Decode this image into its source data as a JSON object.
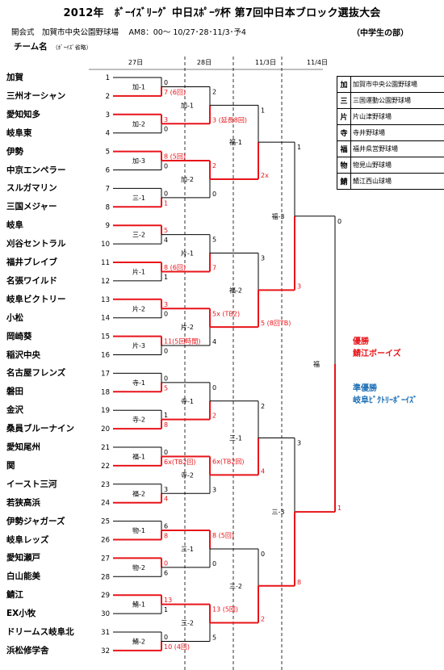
{
  "title": "2012年　ﾎﾞｰｲｽﾞﾘｰｸﾞ 中日ｽﾎﾟｰﾂ杯 第7回中日本ブロック選抜大会",
  "info": "開会式　加賀市中央公園野球場　 AM8：00～ 10/27･28･11/3･予4",
  "division": "（中学生の部）",
  "team_header": "チーム名",
  "team_header_note": "（ﾎﾞｰｲｽﾞ省略）",
  "dates": [
    "27日",
    "28日",
    "11/3日",
    "11/4日"
  ],
  "teams": [
    "加賀",
    "三州オーシャン",
    "愛知知多",
    "岐阜東",
    "伊勢",
    "中京エンペラー",
    "スルガマリン",
    "三国メジャー",
    "岐阜",
    "刈谷セントラル",
    "福井ブレイブ",
    "名張ワイルド",
    "岐阜ビクトリー",
    "小松",
    "岡崎葵",
    "稲沢中央",
    "名古屋フレンズ",
    "磐田",
    "金沢",
    "桑員ブルーナイン",
    "愛知尾州",
    "関",
    "イースト三河",
    "若狭高浜",
    "伊勢ジャガーズ",
    "岐阜レッズ",
    "愛知瀬戸",
    "白山能美",
    "鯖江",
    "EX小牧",
    "ドリームス岐阜北",
    "浜松修学舎"
  ],
  "seeds": [
    "1",
    "2",
    "3",
    "4",
    "5",
    "6",
    "7",
    "8",
    "9",
    "10",
    "11",
    "12",
    "13",
    "14",
    "15",
    "16",
    "17",
    "18",
    "19",
    "20",
    "21",
    "22",
    "23",
    "24",
    "25",
    "26",
    "27",
    "28",
    "29",
    "30",
    "31",
    "32"
  ],
  "r1_games": [
    {
      "label": "加-1",
      "scores": [
        "0",
        "7 (6回)"
      ]
    },
    {
      "label": "加-2",
      "scores": [
        "3",
        "0"
      ]
    },
    {
      "label": "加-3",
      "scores": [
        "8 (5回)",
        "0"
      ]
    },
    {
      "label": "三-1",
      "scores": [
        "0",
        "1"
      ]
    },
    {
      "label": "三-2",
      "scores": [
        "5",
        "4"
      ]
    },
    {
      "label": "片-1",
      "scores": [
        "8 (6回)",
        "1"
      ]
    },
    {
      "label": "片-2",
      "scores": [
        "3",
        "0"
      ]
    },
    {
      "label": "片-3",
      "scores": [
        "11(5回時間)",
        "0"
      ]
    },
    {
      "label": "寺-1",
      "scores": [
        "0",
        "5"
      ]
    },
    {
      "label": "寺-2",
      "scores": [
        "1",
        "8"
      ]
    },
    {
      "label": "福-1",
      "scores": [
        "0",
        "6x(TB2回)"
      ]
    },
    {
      "label": "福-2",
      "scores": [
        "3",
        "4"
      ]
    },
    {
      "label": "物-1",
      "scores": [
        "6",
        "8"
      ]
    },
    {
      "label": "物-2",
      "scores": [
        "0",
        "6"
      ]
    },
    {
      "label": "鯖-1",
      "scores": [
        "13",
        "1"
      ]
    },
    {
      "label": "鯖-2",
      "scores": [
        "0",
        "10 (4回)"
      ]
    }
  ],
  "r2_games": [
    {
      "label": "加-1",
      "scores": [
        "2",
        "3 (延長8回)"
      ]
    },
    {
      "label": "加-2",
      "scores": [
        "2",
        "0"
      ]
    },
    {
      "label": "片-1",
      "scores": [
        "5",
        "7"
      ]
    },
    {
      "label": "片-2",
      "scores": [
        "5x (TB2)",
        "4"
      ]
    },
    {
      "label": "寺-1",
      "scores": [
        "0",
        "2"
      ]
    },
    {
      "label": "寺-2",
      "scores": [
        "6x(TB2回)",
        "3"
      ]
    },
    {
      "label": "三-1",
      "scores": [
        "8 (5回)",
        "0"
      ]
    },
    {
      "label": "三-2",
      "scores": [
        "13 (5回)",
        "5"
      ]
    }
  ],
  "r3_games": [
    {
      "label": "福-1",
      "scores": [
        "1",
        "2x"
      ]
    },
    {
      "label": "福-2",
      "scores": [
        "3",
        "5 (8回TB)"
      ]
    },
    {
      "label": "三-1",
      "scores": [
        "2",
        "4"
      ]
    },
    {
      "label": "三-2",
      "scores": [
        "0",
        "2"
      ]
    }
  ],
  "r4_games": [
    {
      "label": "福-3",
      "scores": [
        "1",
        "3"
      ]
    },
    {
      "label": "三-3",
      "scores": [
        "3",
        "8"
      ]
    }
  ],
  "final": {
    "label": "福",
    "scores": [
      "0",
      "1"
    ]
  },
  "venues": [
    {
      "key": "加",
      "name": "加賀市中央公園野球場"
    },
    {
      "key": "三",
      "name": "三国運動公園野球場"
    },
    {
      "key": "片",
      "name": "片山津野球場"
    },
    {
      "key": "寺",
      "name": "寺井野球場"
    },
    {
      "key": "福",
      "name": "福井県営野球場"
    },
    {
      "key": "物",
      "name": "物見山野球場"
    },
    {
      "key": "鯖",
      "name": "鯖江西山球場"
    }
  ],
  "champion_label": "優勝",
  "champion": "鯖江ボーイズ",
  "runner_up_label": "準優勝",
  "runner_up": "岐阜ﾋﾞｸﾄﾘｰﾎﾞｰｲｽﾞ",
  "colors": {
    "win": "#e8141a",
    "lose": "#000000",
    "runner": "#1e6fb5"
  },
  "winners": {
    "r1": [
      1,
      0,
      0,
      1,
      0,
      0,
      0,
      0,
      1,
      1,
      1,
      1,
      1,
      0,
      0,
      1
    ],
    "r2": [
      1,
      0,
      1,
      0,
      1,
      0,
      0,
      0
    ],
    "r3": [
      1,
      1,
      1,
      1
    ],
    "r4": [
      1,
      1
    ],
    "final": 1
  }
}
